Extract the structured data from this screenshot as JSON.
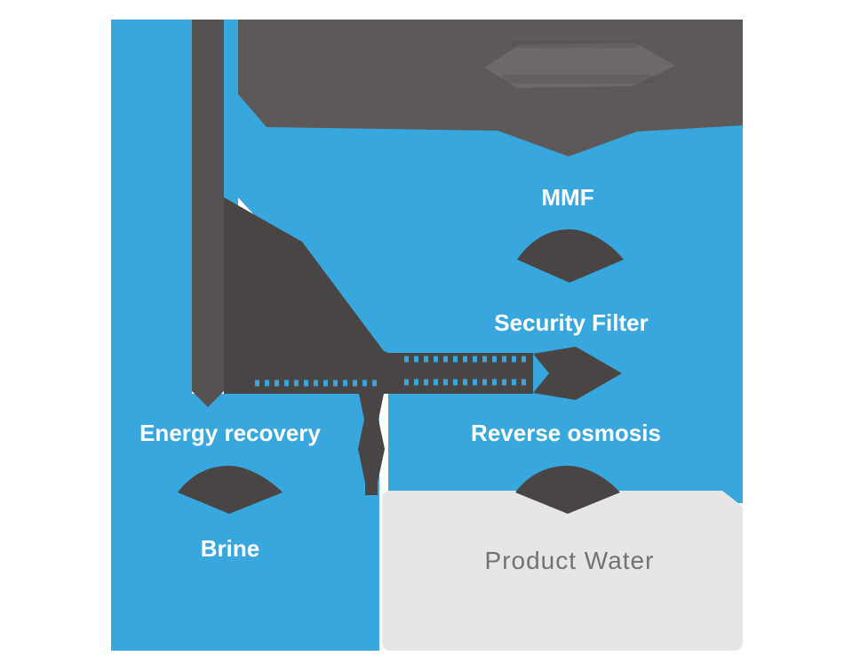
{
  "diagram": {
    "type": "process-flow",
    "labels": {
      "mmf": "MMF",
      "security_filter": "Security Filter",
      "reverse_osmosis": "Reverse osmosis",
      "energy_recovery": "Energy recovery",
      "brine": "Brine",
      "product_water": "Product Water"
    },
    "flows": [
      {
        "from": "intake-banner",
        "to": "MMF"
      },
      {
        "from": "MMF",
        "to": "Security Filter"
      },
      {
        "from": "Security Filter",
        "to": "Reverse osmosis"
      },
      {
        "from": "Reverse osmosis",
        "to": "Product Water"
      },
      {
        "from": "Reverse osmosis",
        "to": "Energy recovery"
      },
      {
        "from": "Energy recovery",
        "to": "Brine"
      }
    ]
  },
  "colors": {
    "flow_blue": "#38A7DD",
    "banner_gray": "#5E5959",
    "stripe_gray": "#575252",
    "arrow_dark": "#4A4545",
    "lens_gray": "#6E6868",
    "product_box_gray": "#E6E6E6",
    "product_text_gray": "#767171",
    "label_white": "#FFFFFF",
    "background": "#FFFFFF"
  }
}
